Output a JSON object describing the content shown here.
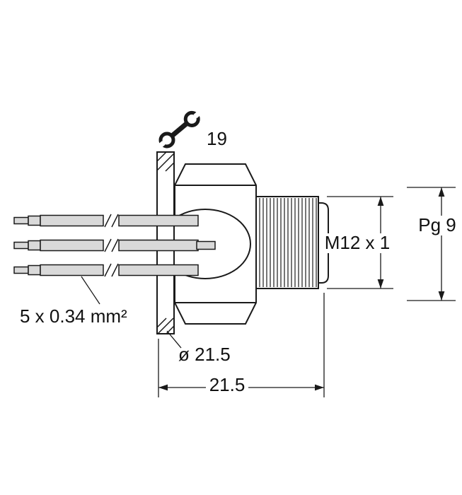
{
  "drawing": {
    "labels": {
      "wrench_size": "19",
      "thread_spec": "M12 x 1",
      "gland_spec": "Pg 9",
      "wire_spec": "5 x 0.34 mm²",
      "flange_diameter": "ø 21.5",
      "mount_width": "21.5"
    },
    "colors": {
      "line": "#1a1a1a",
      "wire_fill": "#d9d9d9",
      "background": "#ffffff"
    }
  }
}
